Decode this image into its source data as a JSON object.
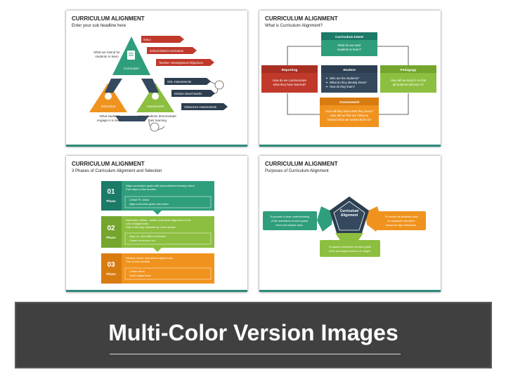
{
  "slides": [
    {
      "title": "CURRICULUM ALIGNMENT",
      "subtitle": "Enter your sub headline here",
      "left_note": [
        "What we intend for",
        "students to learn"
      ],
      "top_triangle": "Curriculum",
      "left_triangle": "Instruction",
      "right_triangle": "Assessment",
      "bottom_left_note": [
        "What students",
        "engage in to learn"
      ],
      "bottom_right_note": [
        "How students demonstrate",
        "their learning"
      ],
      "arrows": [
        {
          "label": "SOLs",
          "color": "#c0392b"
        },
        {
          "label": "School District Curriculum",
          "color": "#c0392b"
        },
        {
          "label": "Teacher- Development Objectives",
          "color": "#c0392b"
        },
        {
          "label": "SOL Assessments",
          "color": "#2c3e50"
        },
        {
          "label": "Division Benchmarks",
          "color": "#2c3e50"
        },
        {
          "label": "Classroom Assessments",
          "color": "#2c3e50"
        }
      ],
      "colors": {
        "green": "#2f9e7c",
        "orange": "#f0931e",
        "lime": "#8cbf3f",
        "navy": "#34495e"
      }
    },
    {
      "title": "CURRICULUM ALIGNMENT",
      "subtitle": "What is Curriculum Alignment?",
      "intent_title": "Curriculum Intent",
      "intent_text": [
        "What do we want",
        "students to learn?"
      ],
      "reporting_title": "Reporting",
      "reporting_text": [
        "How do we communicate",
        "what they have learned?"
      ],
      "student_title": "Student",
      "student_text": [
        "Who are the students?",
        "What do they already know?",
        "How do they learn?"
      ],
      "pedagogy_title": "Pedagogy",
      "pedagogy_text": [
        "How will we teach it so that",
        "all students will learn it?"
      ],
      "assessment_title": "Assessment",
      "assessment_text": [
        "How will they show what they know?",
        "How will we find out if they've",
        "learned what we wanted them to?"
      ]
    },
    {
      "title": "CURRICULUM ALIGNMENT",
      "subtitle": "3 Phases of Curriculum Alignment and Selection",
      "phases": [
        {
          "num": "01",
          "word": "Phase",
          "head": [
            "Align curriculum goals with personalized learning vision",
            "Few days to few months"
          ],
          "bullets": [
            "Create PL Vision",
            "Align curriculum goals with vision"
          ],
          "color": "#2f9e7c"
        },
        {
          "num": "02",
          "word": "Phase",
          "head": [
            "Determine offline - online curriculum alignment & the",
            "role of digital tools",
            "Half or full day, followed by a few weeks"
          ],
          "bullets": [
            "Align on- and offline curriculum",
            "Create curriculum mix"
          ],
          "color": "#8cbf3f"
        },
        {
          "num": "03",
          "word": "Phase",
          "head": [
            "Review, demo, and select digital tools",
            "Two to four months"
          ],
          "bullets": [
            "Create demo",
            "Select digital tools"
          ],
          "color": "#f0931e"
        }
      ]
    },
    {
      "title": "CURRICULUM ALIGNMENT",
      "subtitle": "Purposes of Curriculum Alignment",
      "center": [
        "Curriculum",
        "Alignment"
      ],
      "left_box": [
        "To provide a clear understanding",
        "of the standards at each grade",
        "level and subject area."
      ],
      "right_box": [
        "To ensure all students have",
        "an equitable education",
        "based on high standards."
      ],
      "bottom_box": [
        "To assure instruction at each grade",
        "level and subject area is on target."
      ]
    }
  ],
  "banner": {
    "title": "Multi-Color Version Images"
  }
}
